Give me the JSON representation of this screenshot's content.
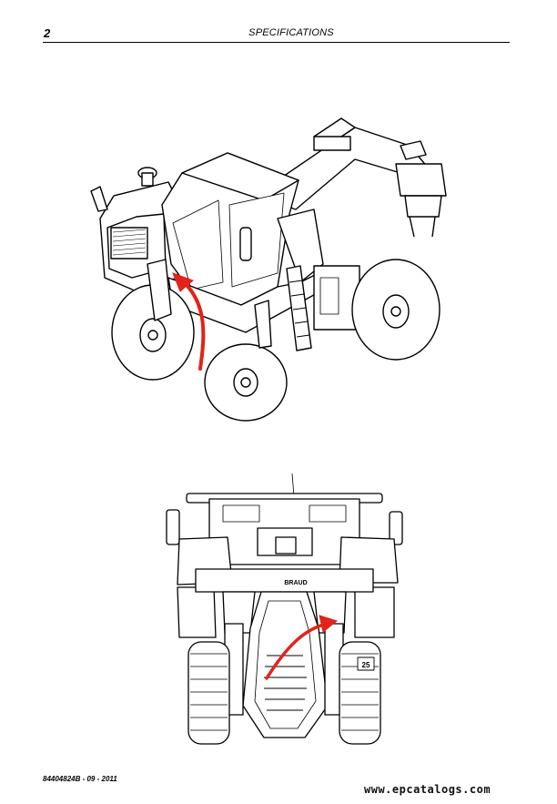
{
  "header": {
    "page_number": "2",
    "title": "SPECIFICATIONS"
  },
  "figures": {
    "bottom": {
      "brand_label": "BRAUD",
      "plate_number": "25"
    }
  },
  "footer": {
    "doc_code": "84404824B - 09 - 2011"
  },
  "watermark": "www.epcatalogs.com",
  "colors": {
    "arrow": "#e2231a",
    "line": "#000000"
  }
}
